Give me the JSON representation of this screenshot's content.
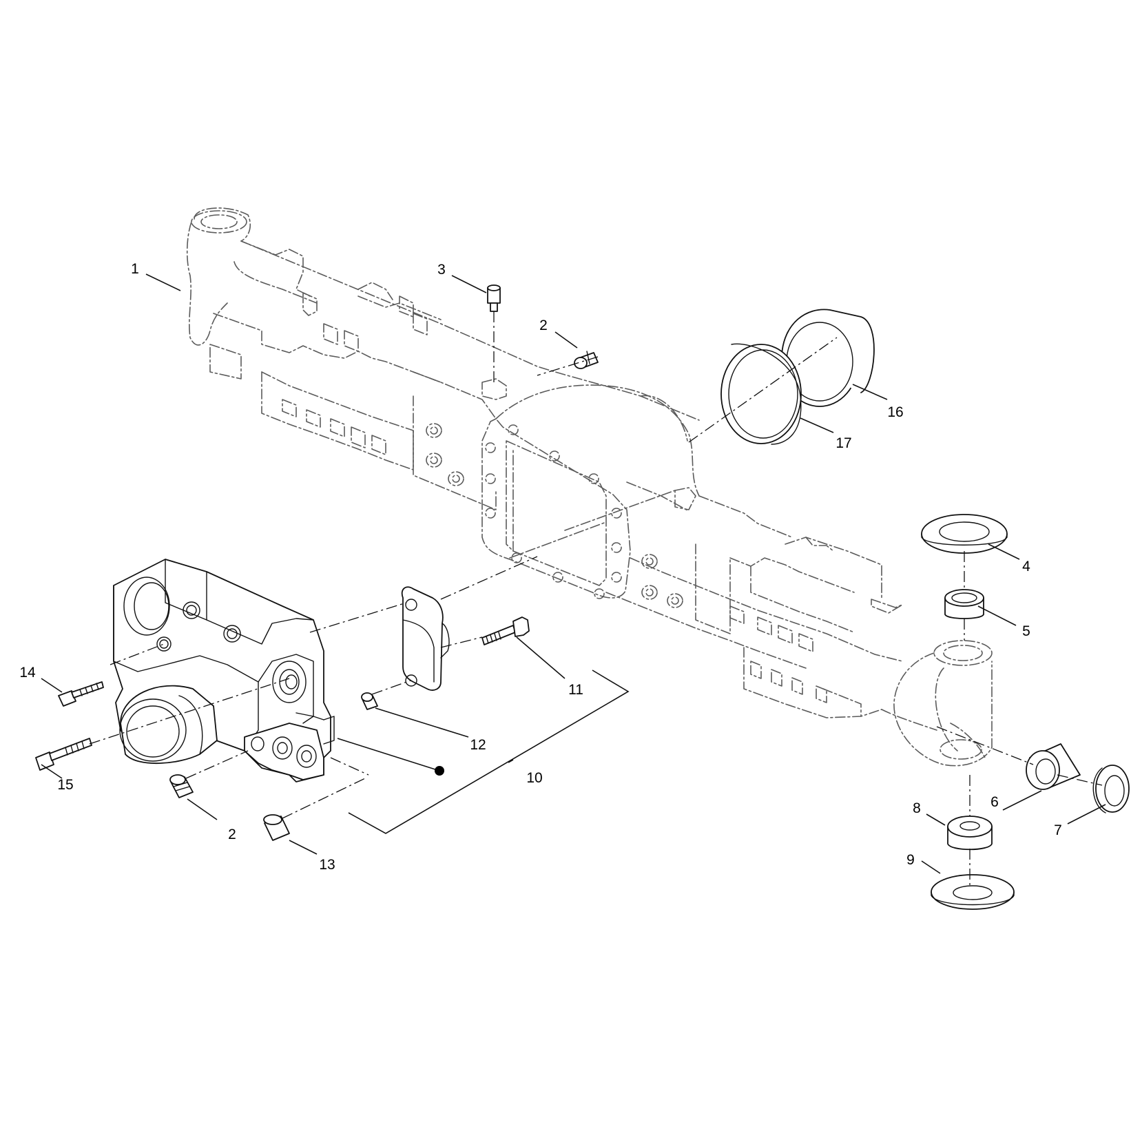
{
  "diagram": {
    "callouts": [
      {
        "id": "c1",
        "text": "1"
      },
      {
        "id": "c2a",
        "text": "2"
      },
      {
        "id": "c2b",
        "text": "2"
      },
      {
        "id": "c3",
        "text": "3"
      },
      {
        "id": "c4",
        "text": "4"
      },
      {
        "id": "c5",
        "text": "5"
      },
      {
        "id": "c6",
        "text": "6"
      },
      {
        "id": "c7",
        "text": "7"
      },
      {
        "id": "c8",
        "text": "8"
      },
      {
        "id": "c9",
        "text": "9"
      },
      {
        "id": "c10",
        "text": "10"
      },
      {
        "id": "c11",
        "text": "11"
      },
      {
        "id": "c12",
        "text": "12"
      },
      {
        "id": "c13",
        "text": "13"
      },
      {
        "id": "c14",
        "text": "14"
      },
      {
        "id": "c15",
        "text": "15"
      },
      {
        "id": "c16",
        "text": "16"
      },
      {
        "id": "c17",
        "text": "17"
      }
    ],
    "colors": {
      "line": "#111111",
      "phantom_line": "#5a5a5a",
      "background": "#ffffff"
    }
  }
}
